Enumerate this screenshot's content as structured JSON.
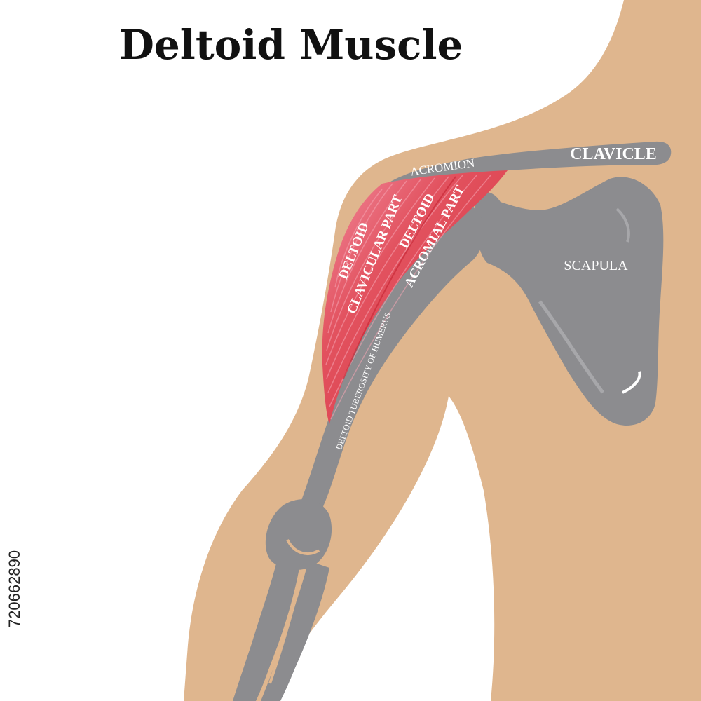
{
  "title": "Deltoid Muscle",
  "labels": {
    "clavicle": "CLAVICLE",
    "acromion": "ACROMION",
    "scapula": "SCAPULA",
    "deltoid_clavicular_1": "DELTOID",
    "deltoid_clavicular_2": "CLAVICULAR PART",
    "deltoid_acromial_1": "DELTOID",
    "deltoid_acromial_2": "ACROMIAL PART",
    "tuberosity": "DELTOID TUBEROSITY OF HUMERUS"
  },
  "stock_id": "720662890",
  "colors": {
    "skin": "#dfb68e",
    "bone": "#8c8c8f",
    "muscle": "#dd3f4c",
    "muscle_light": "#f17f93",
    "label_text": "#ffffff"
  }
}
